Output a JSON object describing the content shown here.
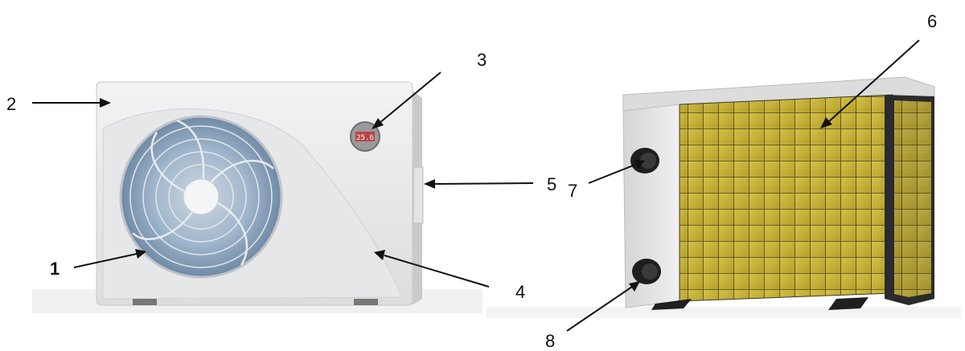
{
  "callouts": {
    "c1": "1",
    "c2": "2",
    "c3": "3",
    "c4": "4",
    "c5": "5",
    "c6": "6",
    "c7": "7",
    "c8": "8"
  },
  "display_reading": "25.6",
  "colors": {
    "casing": "#e9eaeb",
    "fan_blade": "#8aa8c4",
    "coil_yellow": "#c9b53a",
    "frame_dark": "#2b2b2b"
  },
  "icons": {
    "fan": "fan-icon",
    "display": "controller-display-icon",
    "arrow": "arrow-pointer-icon"
  }
}
